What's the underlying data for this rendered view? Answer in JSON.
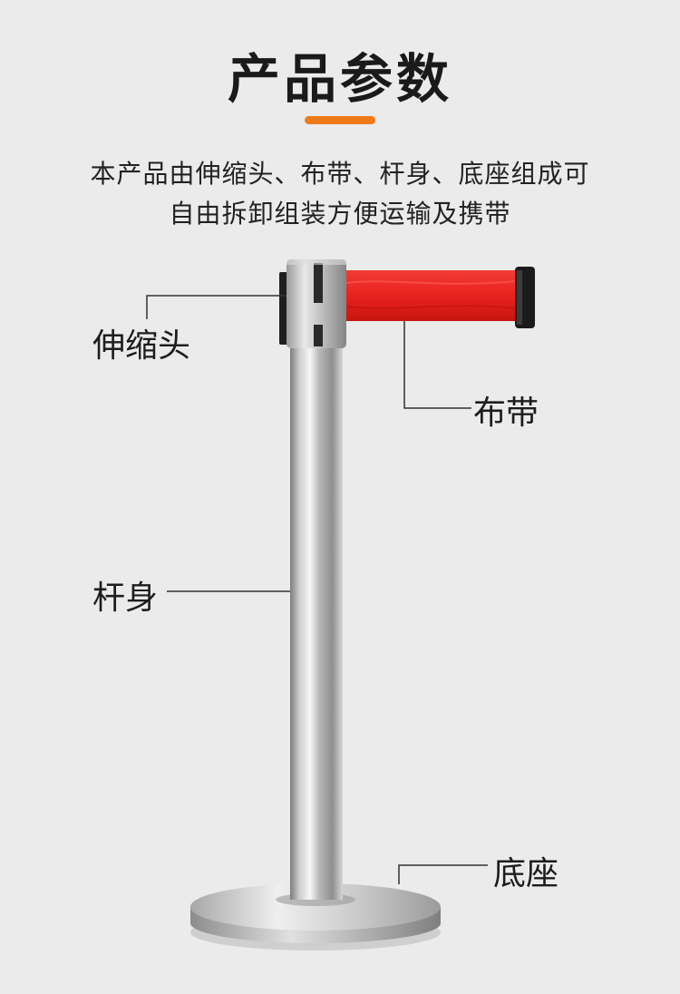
{
  "header": {
    "title": "产品参数",
    "description_lines": [
      "本产品由伸缩头、布带、杆身、底座组成可",
      "自由拆卸组装方便运输及携带"
    ]
  },
  "parts": {
    "head_label": "伸缩头",
    "belt_label": "布带",
    "pole_label": "杆身",
    "base_label": "底座"
  },
  "colors": {
    "accent": "#f07a1a",
    "belt": "#e8221f",
    "leader_line": "#333333"
  }
}
